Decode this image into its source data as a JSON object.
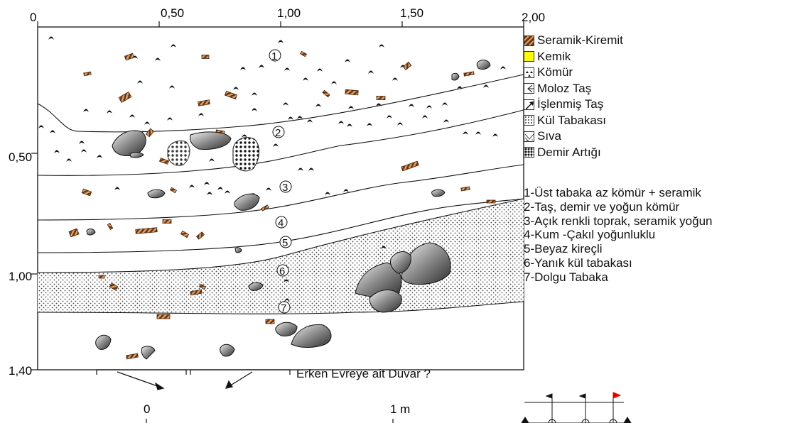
{
  "top_axis": {
    "ticks": [
      "0",
      "0,50",
      "1,00",
      "1,50",
      "2,00"
    ]
  },
  "left_axis": {
    "ticks": [
      "0,50",
      "1,00",
      "1,40"
    ]
  },
  "legend": {
    "items": [
      {
        "label": "Seramik-Kiremit",
        "swatch": "ceramic-tile-swatch"
      },
      {
        "label": "Kemik",
        "swatch": "bone-swatch",
        "color": "#ffff00"
      },
      {
        "label": "Kömür",
        "swatch": "charcoal-swatch"
      },
      {
        "label": "Moloz Taş",
        "swatch": "rubble-stone-swatch"
      },
      {
        "label": "İşlenmiş Taş",
        "swatch": "worked-stone-swatch"
      },
      {
        "label": "Kül Tabakası",
        "swatch": "ash-layer-swatch"
      },
      {
        "label": "Sıva",
        "swatch": "plaster-swatch"
      },
      {
        "label": "Demir Artığı",
        "swatch": "iron-slag-swatch"
      }
    ]
  },
  "layers": {
    "markers": [
      "1",
      "2",
      "3",
      "4",
      "5",
      "6",
      "7"
    ],
    "descriptions": [
      "1-Üst tabaka az kömür + seramik",
      "2-Taş, demir ve yoğun kömür",
      "3-Açık renkli toprak, seramik yoğun",
      "4-Kum -Çakıl yoğunluklu",
      "5-Beyaz kireçli",
      "6-Yanık kül tabakası",
      "7-Dolgu Tabaka"
    ]
  },
  "wall_note": "Erken Evreye ait Duvar ?",
  "scale_bar": {
    "start": "0",
    "end": "1 m"
  },
  "colors": {
    "ceramic": "#8b4a1c",
    "ceramic_stripe": "#d9a06a",
    "bone": "#ffff00",
    "stone": "#6b6b6b",
    "north_flag": "#e00000"
  }
}
